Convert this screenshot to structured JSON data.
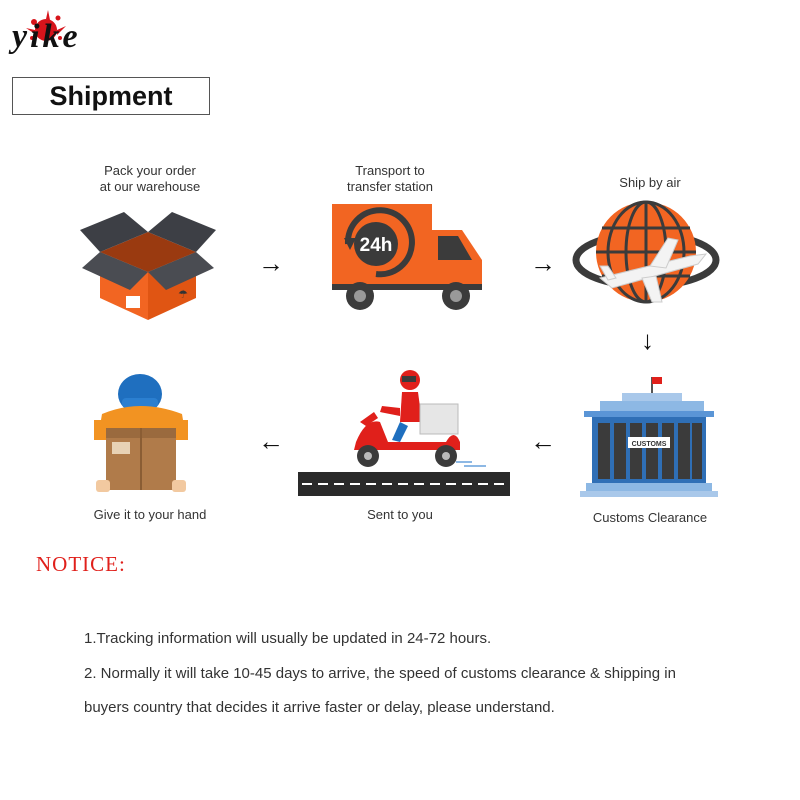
{
  "brand": {
    "logo_text": "yike",
    "splash_color": "#d7141b"
  },
  "title": "Shipment",
  "colors": {
    "orange": "#f26522",
    "dark": "#3b3b3b",
    "blue": "#1f6fbf",
    "red": "#e0201b"
  },
  "steps": [
    {
      "label_lines": [
        "Pack your order",
        "at our warehouse"
      ],
      "icon": "package-box-icon"
    },
    {
      "label_lines": [
        "Transport to",
        "transfer station"
      ],
      "icon": "delivery-truck-icon",
      "badge": "24h"
    },
    {
      "label_lines": [
        "Ship by air"
      ],
      "icon": "globe-airplane-icon"
    },
    {
      "label_lines": [
        "Customs Clearance"
      ],
      "icon": "customs-building-icon",
      "sign": "CUSTOMS"
    },
    {
      "label_lines": [
        "Sent to you"
      ],
      "icon": "delivery-scooter-icon"
    },
    {
      "label_lines": [
        "Give it to your hand"
      ],
      "icon": "courier-handing-box-icon"
    }
  ],
  "arrows": {
    "right": "→",
    "down": "↓",
    "left": "←"
  },
  "notice": {
    "title": "NOTICE:",
    "lines": [
      "1.Tracking information will usually be updated in 24-72 hours.",
      "2. Normally it will take 10-45 days to arrive, the speed of customs clearance & shipping in",
      "buyers country that decides it arrive faster or delay, please understand."
    ]
  }
}
